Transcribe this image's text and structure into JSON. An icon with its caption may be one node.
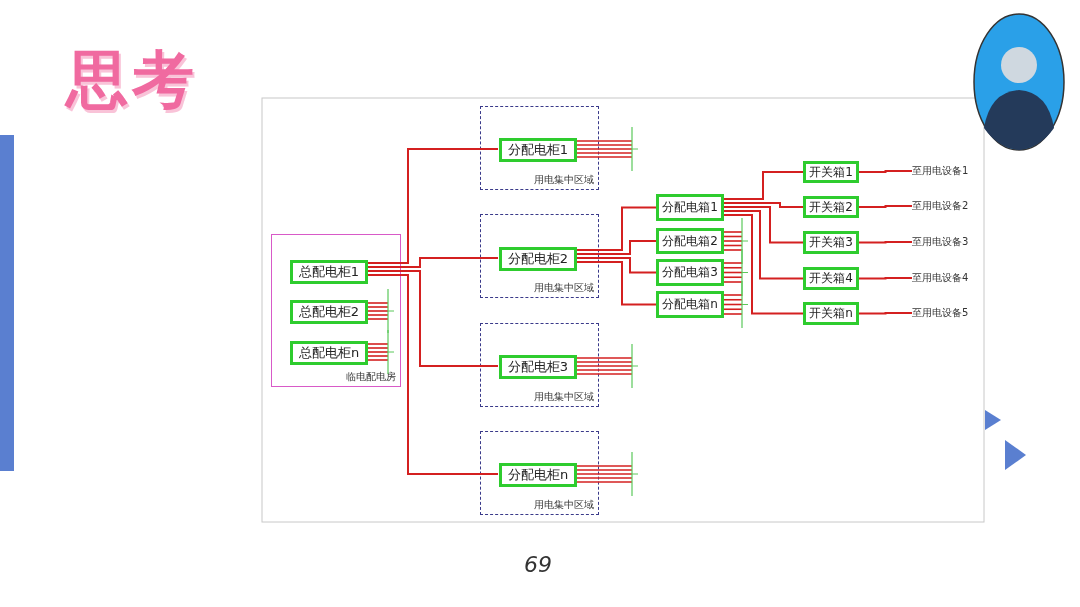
{
  "diagram": {
    "title": "思考",
    "nodes": [
      {
        "text": [
          "临电配电房"
        ]
      },
      {
        "text": [
          "总配电柜1"
        ],
        "in": 0
      },
      {
        "text": [
          "总配电柜2"
        ],
        "in": 0
      },
      {
        "text": [
          "总配电柜n"
        ],
        "in": 0
      },
      {
        "text": [
          "用电集中区域"
        ]
      },
      {
        "text": [
          "分配电柜1"
        ],
        "in": 4
      },
      {
        "text": [
          "用电集中区域"
        ]
      },
      {
        "text": [
          "分配电柜2"
        ],
        "in": 6
      },
      {
        "text": [
          "用电集中区域"
        ]
      },
      {
        "text": [
          "分配电柜3"
        ],
        "in": 8
      },
      {
        "text": [
          "用电集中区域"
        ]
      },
      {
        "text": [
          "分配电柜n"
        ],
        "in": 10
      },
      {
        "text": [
          "分配电箱1"
        ]
      },
      {
        "text": [
          "分配电箱2"
        ]
      },
      {
        "text": [
          "分配电箱3"
        ]
      },
      {
        "text": [
          "分配电箱n"
        ]
      },
      {
        "text": [
          "开关箱1"
        ]
      },
      {
        "text": [
          "开关箱2"
        ]
      },
      {
        "text": [
          "开关箱3"
        ]
      },
      {
        "text": [
          "开关箱4"
        ]
      },
      {
        "text": [
          "开关箱n"
        ]
      },
      {
        "text": [
          "至用电设备1"
        ]
      },
      {
        "text": [
          "至用电设备2"
        ]
      },
      {
        "text": [
          "至用电设备3"
        ]
      },
      {
        "text": [
          "至用电设备4"
        ]
      },
      {
        "text": [
          "至用电设备5"
        ]
      }
    ],
    "edges": [
      {
        "from": 1,
        "to": 5,
        "arrow": "none"
      },
      {
        "from": 1,
        "to": 7,
        "arrow": "none"
      },
      {
        "from": 1,
        "to": 9,
        "arrow": "none"
      },
      {
        "from": 1,
        "to": 11,
        "arrow": "none"
      },
      {
        "from": 7,
        "to": 12,
        "arrow": "none"
      },
      {
        "from": 7,
        "to": 13,
        "arrow": "none"
      },
      {
        "from": 7,
        "to": 14,
        "arrow": "none"
      },
      {
        "from": 7,
        "to": 15,
        "arrow": "none"
      },
      {
        "from": 12,
        "to": 16,
        "arrow": "none"
      },
      {
        "from": 12,
        "to": 17,
        "arrow": "none"
      },
      {
        "from": 12,
        "to": 18,
        "arrow": "none"
      },
      {
        "from": 12,
        "to": 19,
        "arrow": "none"
      },
      {
        "from": 12,
        "to": 20,
        "arrow": "none"
      },
      {
        "from": 16,
        "to": 21,
        "arrow": "none"
      },
      {
        "from": 17,
        "to": 22,
        "arrow": "none"
      },
      {
        "from": 18,
        "to": 23,
        "arrow": "none"
      },
      {
        "from": 19,
        "to": 24,
        "arrow": "none"
      },
      {
        "from": 20,
        "to": 25,
        "arrow": "none"
      }
    ],
    "labels": [
      "69"
    ]
  }
}
